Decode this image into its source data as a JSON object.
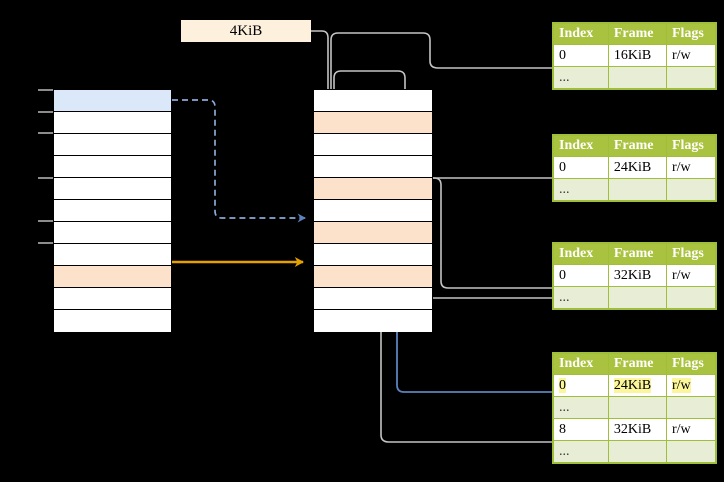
{
  "diagram": {
    "title": "multi-level-page-table-walk",
    "page_size_label": "4KiB",
    "colors": {
      "header_green": "#a9c23f",
      "table_border_green": "#9fbe3a",
      "ellipsis_row": "#e8eed6",
      "highlight_yellow": "#fbf59b",
      "selected_blue": "#dbe8fa",
      "selected_peach": "#fde2cb",
      "arrow_gray": "#c4c4c4",
      "arrow_blue": "#6f92c4",
      "arrow_orange": "#e5a100",
      "label_bg": "#fdf0dc"
    }
  },
  "left_column": {
    "name": "virtual-address-column",
    "rows": [
      {
        "fill": "blue"
      },
      {
        "fill": "white"
      },
      {
        "fill": "white"
      },
      {
        "fill": "white"
      },
      {
        "fill": "white"
      },
      {
        "fill": "white"
      },
      {
        "fill": "white"
      },
      {
        "fill": "white"
      },
      {
        "fill": "peach"
      },
      {
        "fill": "white"
      },
      {
        "fill": "white"
      }
    ]
  },
  "mid_column": {
    "name": "page-table-column",
    "rows": [
      {
        "fill": "white"
      },
      {
        "fill": "peach"
      },
      {
        "fill": "white"
      },
      {
        "fill": "white"
      },
      {
        "fill": "peach"
      },
      {
        "fill": "white"
      },
      {
        "fill": "peach"
      },
      {
        "fill": "white"
      },
      {
        "fill": "peach"
      },
      {
        "fill": "white"
      },
      {
        "fill": "white"
      }
    ]
  },
  "tables": [
    {
      "id": "page-table-1",
      "headers": [
        "Index",
        "Frame",
        "Flags"
      ],
      "rows": [
        {
          "cells": [
            "0",
            "16KiB",
            "r/w"
          ],
          "highlight": [
            false,
            false,
            false
          ]
        },
        {
          "cells": [
            "...",
            "",
            ""
          ],
          "ellipsis": true
        }
      ]
    },
    {
      "id": "page-table-2",
      "headers": [
        "Index",
        "Frame",
        "Flags"
      ],
      "rows": [
        {
          "cells": [
            "0",
            "24KiB",
            "r/w"
          ],
          "highlight": [
            false,
            false,
            false
          ]
        },
        {
          "cells": [
            "...",
            "",
            ""
          ],
          "ellipsis": true
        }
      ]
    },
    {
      "id": "page-table-3",
      "headers": [
        "Index",
        "Frame",
        "Flags"
      ],
      "rows": [
        {
          "cells": [
            "0",
            "32KiB",
            "r/w"
          ],
          "highlight": [
            false,
            false,
            false
          ]
        },
        {
          "cells": [
            "...",
            "",
            ""
          ],
          "ellipsis": true
        }
      ]
    },
    {
      "id": "page-table-4",
      "headers": [
        "Index",
        "Frame",
        "Flags"
      ],
      "rows": [
        {
          "cells": [
            "0",
            "24KiB",
            "r/w"
          ],
          "highlight": [
            true,
            true,
            true
          ]
        },
        {
          "cells": [
            "...",
            "",
            ""
          ],
          "ellipsis": true
        },
        {
          "cells": [
            "8",
            "32KiB",
            "r/w"
          ],
          "highlight": [
            false,
            false,
            false
          ]
        },
        {
          "cells": [
            "...",
            "",
            ""
          ],
          "ellipsis": true
        }
      ]
    }
  ]
}
